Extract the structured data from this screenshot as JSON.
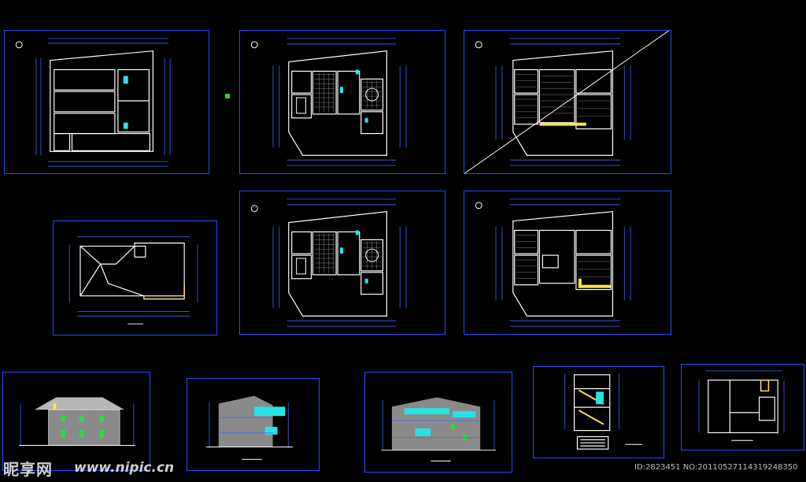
{
  "watermark": {
    "site_cn": "昵享网",
    "site_url": "www.nipic.cn",
    "id_text": "ID:2823451 NO:20110527114319248350"
  },
  "colors": {
    "background": "#000000",
    "frame": "#2a4dff",
    "lines": "#ffffff",
    "dimensions": "#3a6bff",
    "accent_cyan": "#29e3e3",
    "accent_yellow": "#ffe34a",
    "facade": "#8a8a8a",
    "roof": "#b8b8b8"
  },
  "sheets": [
    {
      "id": "plan-site",
      "kind": "floor-plan"
    },
    {
      "id": "plan-first",
      "kind": "floor-plan"
    },
    {
      "id": "plan-second",
      "kind": "floor-plan"
    },
    {
      "id": "plan-roof",
      "kind": "roof-plan"
    },
    {
      "id": "plan-first-alt",
      "kind": "floor-plan"
    },
    {
      "id": "plan-second-alt",
      "kind": "floor-plan"
    },
    {
      "id": "elevation-front",
      "kind": "elevation"
    },
    {
      "id": "elevation-side",
      "kind": "elevation"
    },
    {
      "id": "elevation-rear",
      "kind": "elevation"
    },
    {
      "id": "section-stair",
      "kind": "section"
    },
    {
      "id": "plan-stair-detail",
      "kind": "floor-plan"
    }
  ]
}
